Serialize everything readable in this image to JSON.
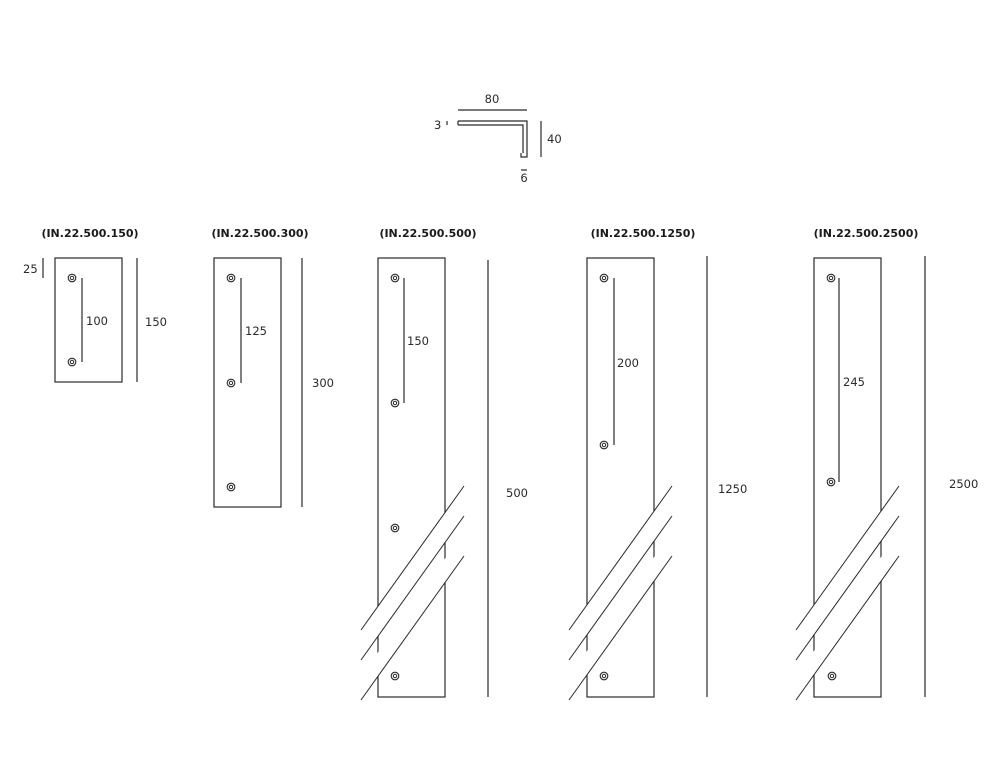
{
  "profile": {
    "width": "80",
    "height": "40",
    "thickness": "3",
    "return": "6"
  },
  "pieces": [
    {
      "code": "(IN.22.500.150)",
      "length": "150",
      "spacing": "100",
      "offset": "25"
    },
    {
      "code": "(IN.22.500.300)",
      "length": "300",
      "spacing": "125"
    },
    {
      "code": "(IN.22.500.500)",
      "length": "500",
      "spacing": "150"
    },
    {
      "code": "(IN.22.500.1250)",
      "length": "1250",
      "spacing": "200"
    },
    {
      "code": "(IN.22.500.2500)",
      "length": "2500",
      "spacing": "245"
    }
  ]
}
